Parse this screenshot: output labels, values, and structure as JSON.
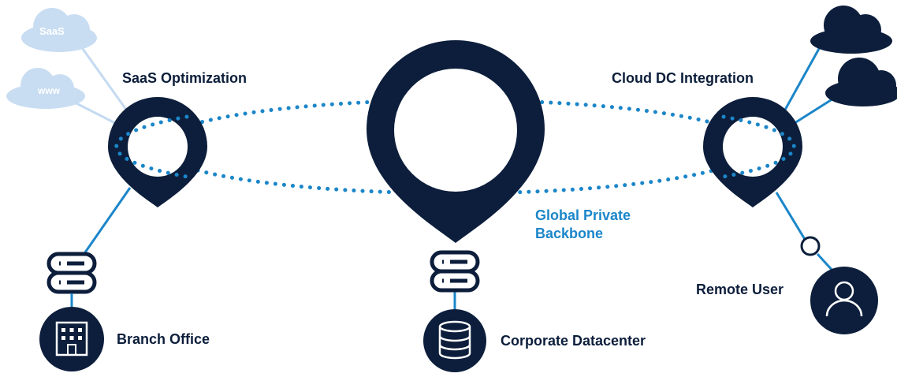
{
  "colors": {
    "navy": "#0c1e3b",
    "accent_blue": "#1b86c9",
    "light_blue": "#c9ddf2",
    "line_blue": "#c4daf0",
    "white": "#ffffff"
  },
  "labels": {
    "saas_optimization": "SaaS Optimization",
    "cloud_dc_integration": "Cloud DC Integration",
    "global_backbone_line1": "Global Private",
    "global_backbone_line2": "Backbone",
    "branch_office": "Branch Office",
    "corporate_datacenter": "Corporate Datacenter",
    "remote_user": "Remote User"
  },
  "clouds": {
    "saas": "SaaS",
    "www": "www"
  },
  "icons": {
    "pins": [
      "location-pin-icon",
      "location-pin-icon",
      "location-pin-icon"
    ],
    "servers": [
      "server-stack-icon",
      "server-stack-icon"
    ],
    "building": "building-icon",
    "database": "database-icon",
    "user": "user-icon",
    "clouds": [
      "cloud-icon",
      "cloud-icon",
      "cloud-icon",
      "cloud-icon"
    ]
  }
}
